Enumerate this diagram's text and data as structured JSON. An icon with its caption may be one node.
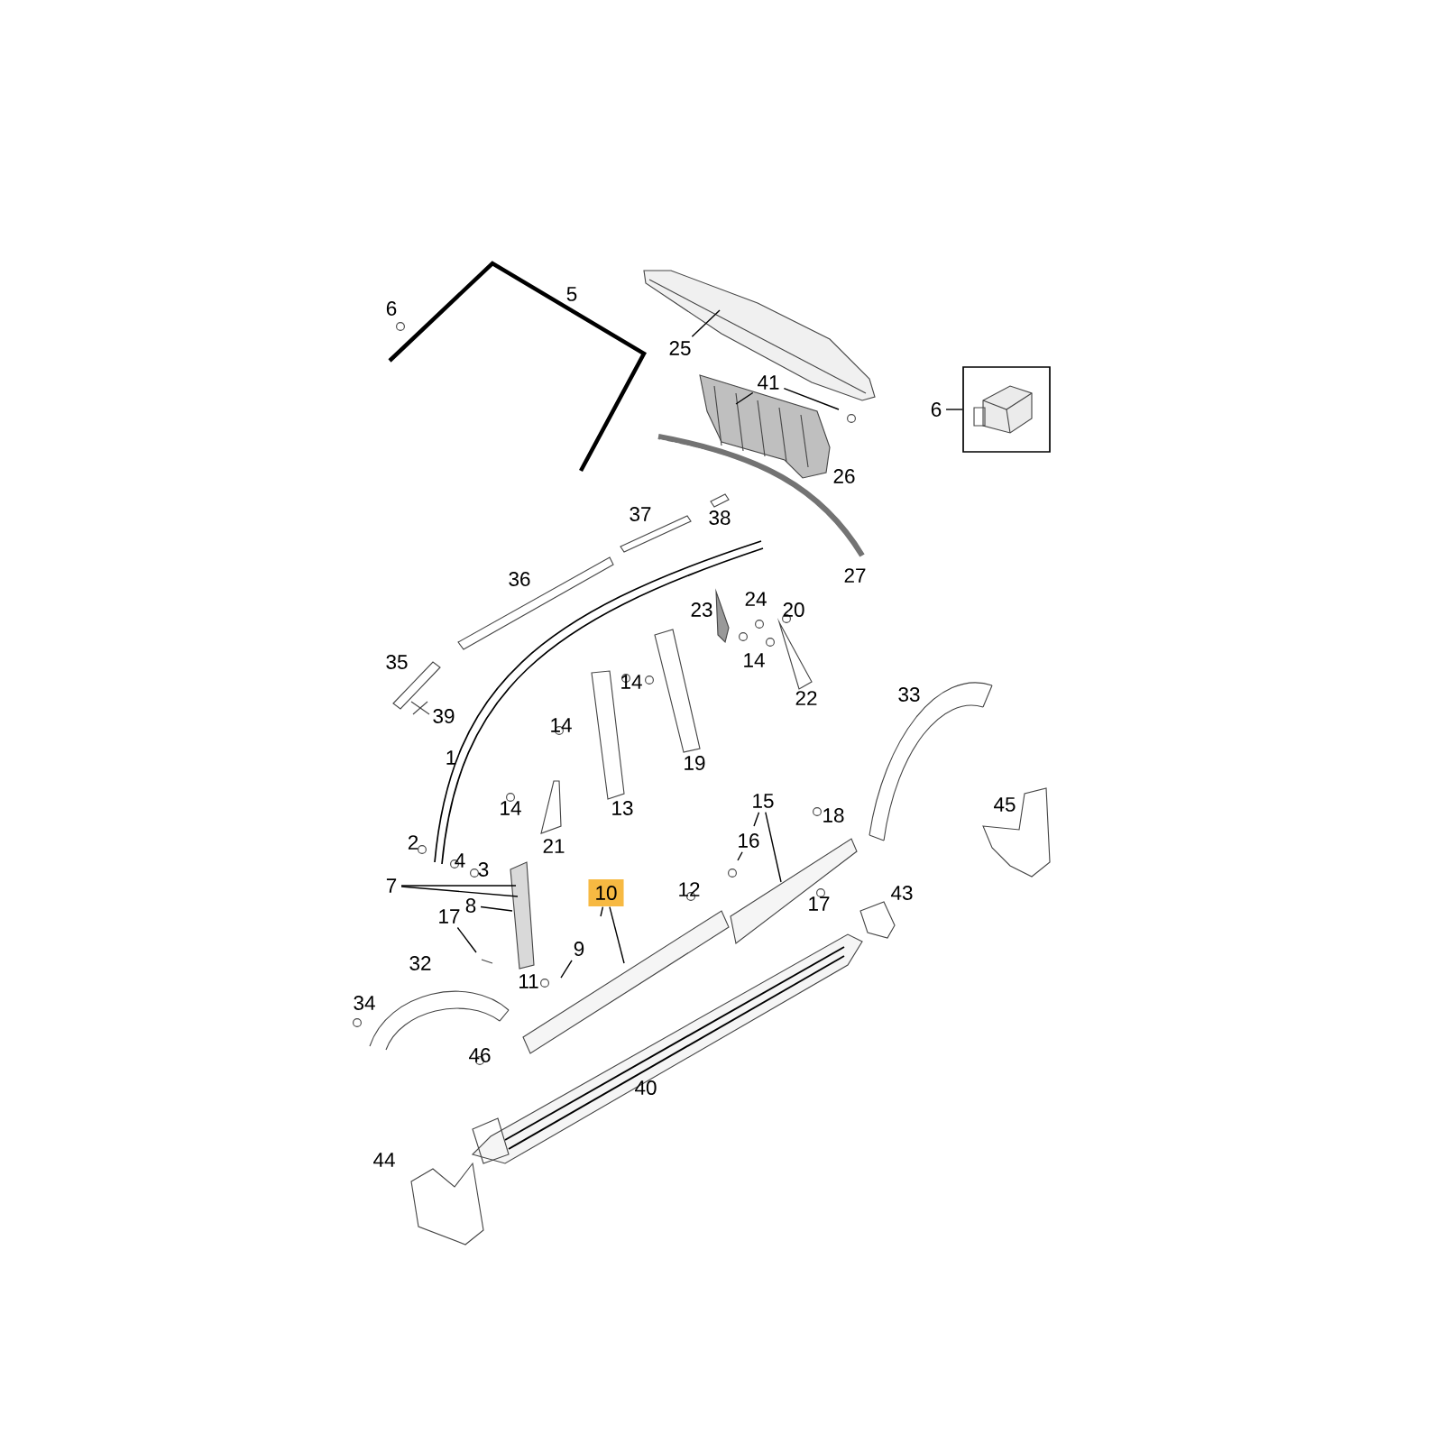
{
  "diagram": {
    "nodes": [
      {
        "text": [
          "25"
        ]
      },
      {
        "text": [
          "41"
        ]
      },
      {
        "text": [
          "6"
        ]
      },
      {
        "text": [],
        "shape": "box"
      },
      {
        "text": [
          "15"
        ]
      },
      {
        "text": [
          "16"
        ]
      },
      {
        "text": [
          "7"
        ]
      },
      {
        "text": [
          "10"
        ]
      },
      {
        "text": [
          "8"
        ]
      },
      {
        "text": [
          "17"
        ]
      },
      {
        "text": [
          "9"
        ]
      }
    ],
    "edges": [
      {
        "from": 0,
        "to": null,
        "arrow": "none"
      },
      {
        "from": 1,
        "to": null,
        "arrow": "none"
      },
      {
        "from": 1,
        "to": null,
        "arrow": "none"
      },
      {
        "from": 2,
        "to": 3,
        "arrow": "none"
      },
      {
        "from": 4,
        "to": null,
        "arrow": "none"
      },
      {
        "from": 4,
        "to": null,
        "arrow": "none"
      },
      {
        "from": 5,
        "to": null,
        "arrow": "none"
      },
      {
        "from": 6,
        "to": null,
        "arrow": "none"
      },
      {
        "from": 6,
        "to": null,
        "arrow": "none"
      },
      {
        "from": 7,
        "to": null,
        "arrow": "none"
      },
      {
        "from": 7,
        "to": null,
        "arrow": "none"
      },
      {
        "from": 8,
        "to": null,
        "arrow": "none"
      },
      {
        "from": 9,
        "to": null,
        "arrow": "none"
      },
      {
        "from": 10,
        "to": null,
        "arrow": "none"
      }
    ],
    "labels": [
      "6",
      "5",
      "26",
      "37",
      "38",
      "27",
      "36",
      "24",
      "23",
      "20",
      "35",
      "14",
      "14",
      "33",
      "22",
      "39",
      "14",
      "1",
      "19",
      "14",
      "13",
      "18",
      "45",
      "2",
      "21",
      "4",
      "3",
      "43",
      "12",
      "17",
      "32",
      "11",
      "34",
      "46",
      "40",
      "44"
    ]
  }
}
